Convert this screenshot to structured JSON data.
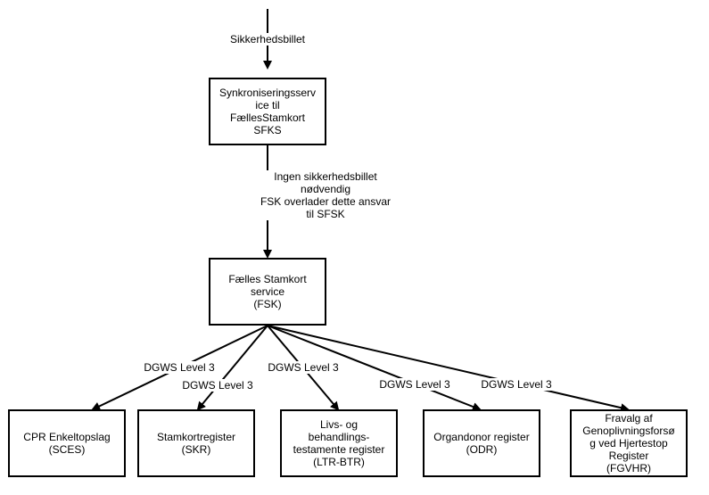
{
  "nodes": {
    "sfks": "Synkroniseringsserv\nice til\nFællesStamkort\nSFKS",
    "fsk": "Fælles Stamkort\nservice\n(FSK)",
    "sces": "CPR Enkeltopslag\n(SCES)",
    "skr": "Stamkortregister\n(SKR)",
    "ltr": "Livs- og\nbehandlings-\ntestamente register\n(LTR-BTR)",
    "odr": "Organdonor register\n(ODR)",
    "fgvhr": "Fravalg af\nGenoplivningsforsø\ng ved Hjertestop\nRegister\n(FGVHR)"
  },
  "edge_labels": {
    "top": "Sikkerhedsbillet",
    "middle": "Ingen sikkerhedsbillet\nnødvendig\nFSK overlader dette ansvar\ntil SFSK",
    "sces": "DGWS Level 3",
    "skr": "DGWS Level 3",
    "ltr": "DGWS Level 3",
    "odr": "DGWS Level 3",
    "fgvhr": "DGWS Level 3"
  }
}
